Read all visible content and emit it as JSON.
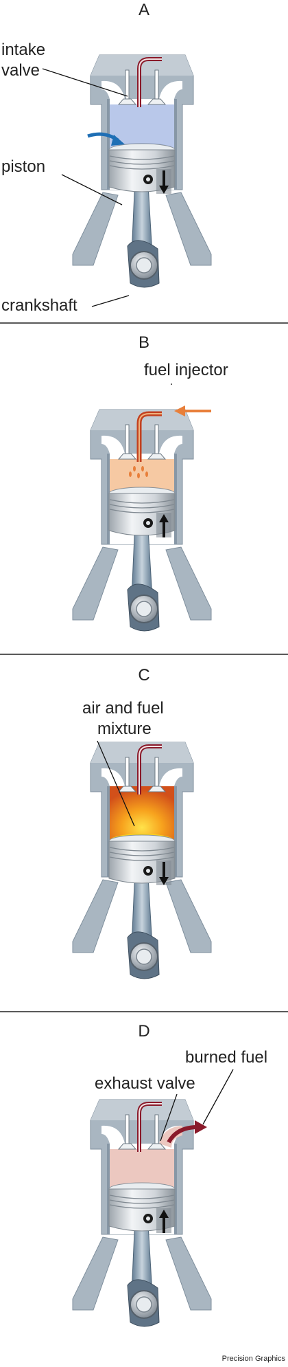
{
  "panels": [
    {
      "letter": "A",
      "callouts": [
        "intake",
        "valve",
        "piston",
        "crankshaft"
      ]
    },
    {
      "letter": "B",
      "callouts": [
        "fuel injector"
      ]
    },
    {
      "letter": "C",
      "callouts": [
        "air and fuel",
        "mixture"
      ]
    },
    {
      "letter": "D",
      "callouts": [
        "exhaust valve",
        "burned fuel"
      ]
    }
  ],
  "credit": "Precision Graphics",
  "colors": {
    "block": "#a9b6c1",
    "block_dark": "#8797a6",
    "piston": "#d9dde1",
    "intake_arrow": "#1f6fb5",
    "fuel_arrow": "#e87f3a",
    "exhaust_arrow": "#8a1a2a",
    "injector": "#8a1a2a",
    "injector_hot": "#c3411f",
    "intake_air": "#b9c8ea",
    "fuel_mist": "#f6c9a3",
    "combustion_orange": "#f08a1c",
    "combustion_yellow": "#f7d21d",
    "exhaust_gas": "#ecc8c0"
  }
}
